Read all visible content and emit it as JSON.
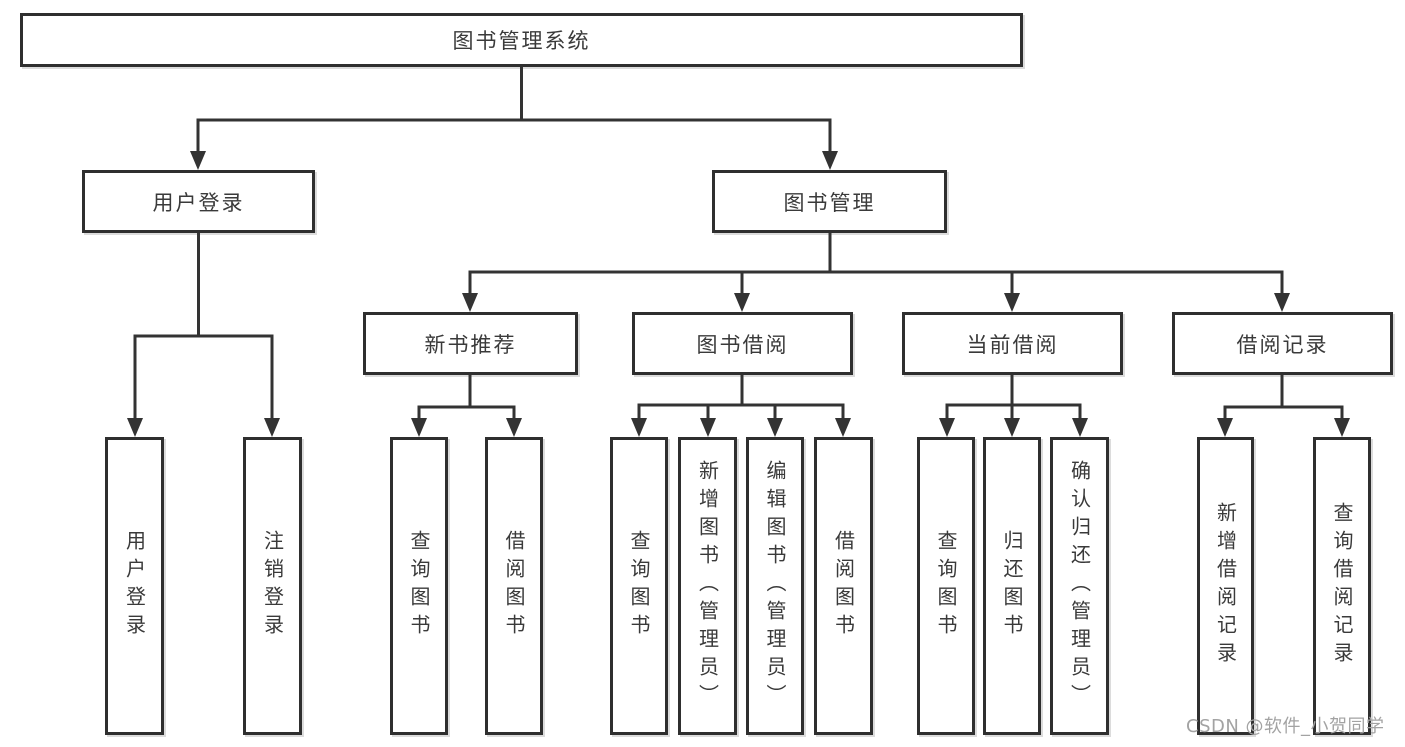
{
  "diagram": {
    "root": {
      "label": "图书管理系统"
    },
    "branches": [
      {
        "label": "用户登录",
        "children": [
          {
            "label": "用户登录"
          },
          {
            "label": "注销登录"
          }
        ]
      },
      {
        "label": "图书管理",
        "children": [
          {
            "label": "新书推荐",
            "children": [
              {
                "label": "查询图书"
              },
              {
                "label": "借阅图书"
              }
            ]
          },
          {
            "label": "图书借阅",
            "children": [
              {
                "label": "查询图书"
              },
              {
                "label": "新增图书（管理员）"
              },
              {
                "label": "编辑图书（管理员）"
              },
              {
                "label": "借阅图书"
              }
            ]
          },
          {
            "label": "当前借阅",
            "children": [
              {
                "label": "查询图书"
              },
              {
                "label": "归还图书"
              },
              {
                "label": "确认归还（管理员）"
              }
            ]
          },
          {
            "label": "借阅记录",
            "children": [
              {
                "label": "新增借阅记录"
              },
              {
                "label": "查询借阅记录"
              }
            ]
          }
        ]
      }
    ]
  },
  "watermark": {
    "text": "CSDN @软件_小贺同学"
  },
  "colors": {
    "line": "#333333",
    "border": "#2f2f2f",
    "text": "#3a3a3a",
    "watermark": "#a3a3a3",
    "background": "#ffffff"
  }
}
